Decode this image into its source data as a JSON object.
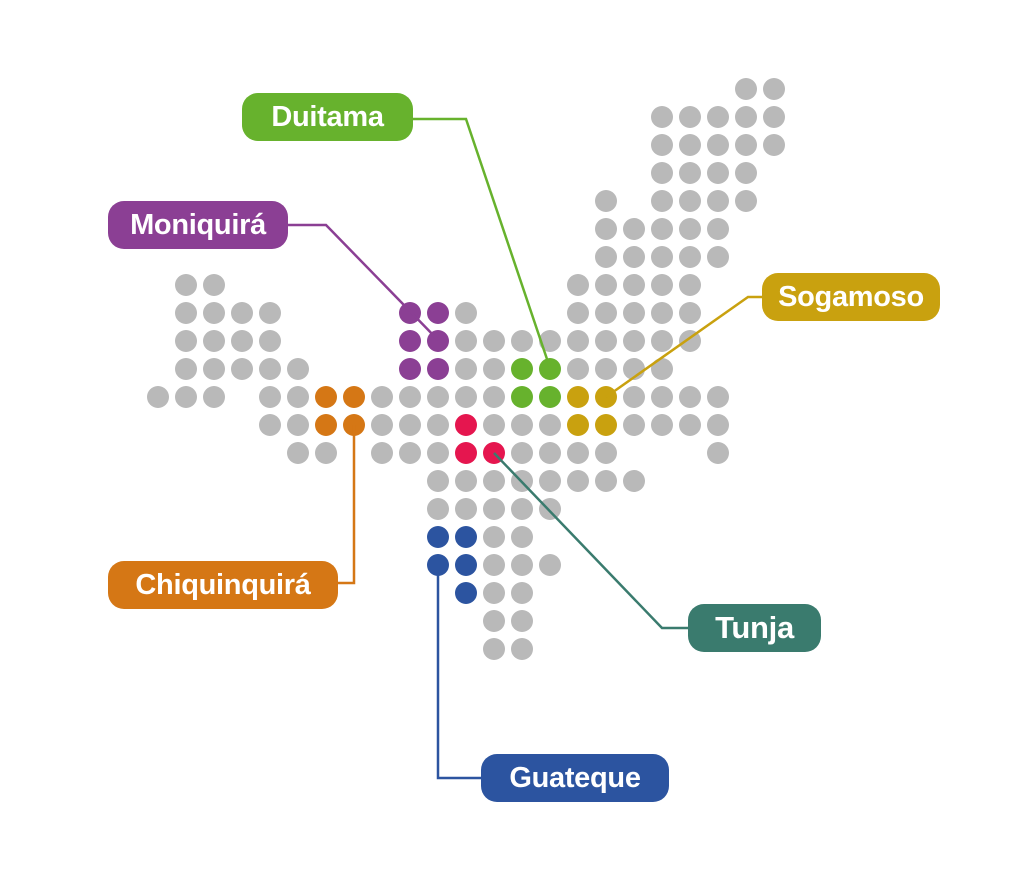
{
  "map": {
    "dot_color": "#b9b9b9",
    "regions": [
      {
        "id": "duitama",
        "name": "Duitama",
        "color": "#67b22d"
      },
      {
        "id": "moniquira",
        "name": "Moniquirá",
        "color": "#8b3f94"
      },
      {
        "id": "sogamoso",
        "name": "Sogamoso",
        "color": "#c9a10f"
      },
      {
        "id": "chiquinquira",
        "name": "Chiquinquirá",
        "color": "#d57715"
      },
      {
        "id": "tunja",
        "name": "Tunja",
        "color": "#3a7b6e"
      },
      {
        "id": "guateque",
        "name": "Guateque",
        "color": "#2c54a0"
      }
    ],
    "tunja_dot_color": "#e5164f"
  }
}
